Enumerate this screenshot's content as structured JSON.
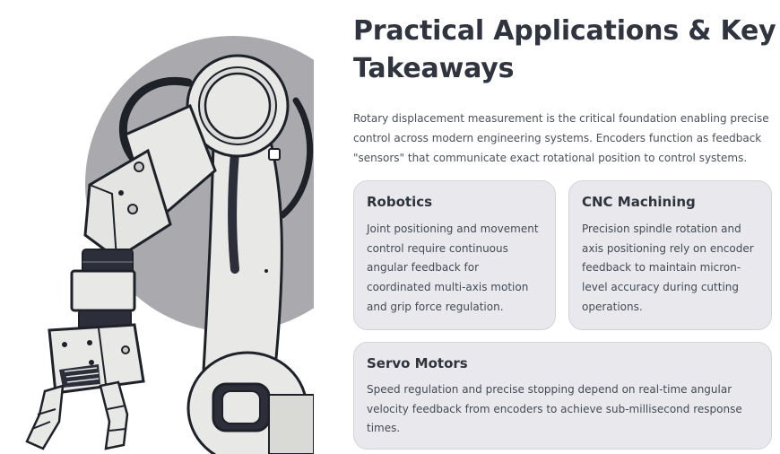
{
  "title": "Practical Applications & Key Takeaways",
  "intro": "Rotary displacement measurement is the critical foundation enabling precise control across modern engineering systems. Encoders function as feedback \"sensors\" that communicate exact rotational position to control systems.",
  "cards": [
    {
      "title": "Robotics",
      "body": "Joint positioning and movement control require continuous angular feedback for coordinated multi-axis motion and grip force regulation."
    },
    {
      "title": "CNC Machining",
      "body": "Precision spindle rotation and axis positioning rely on encoder feedback to maintain micron-level accuracy during cutting operations."
    },
    {
      "title": "Servo Motors",
      "body": "Speed regulation and precise stopping depend on real-time angular velocity feedback from encoders to achieve sub-millisecond response times."
    }
  ],
  "illustration": {
    "icon": "robotic-arm-illustration",
    "colors": {
      "backdrop": "#a9a9ae",
      "arm_body": "#e8e8e6",
      "outline": "#1f2129",
      "dark_joint": "#2c2f3a"
    }
  }
}
